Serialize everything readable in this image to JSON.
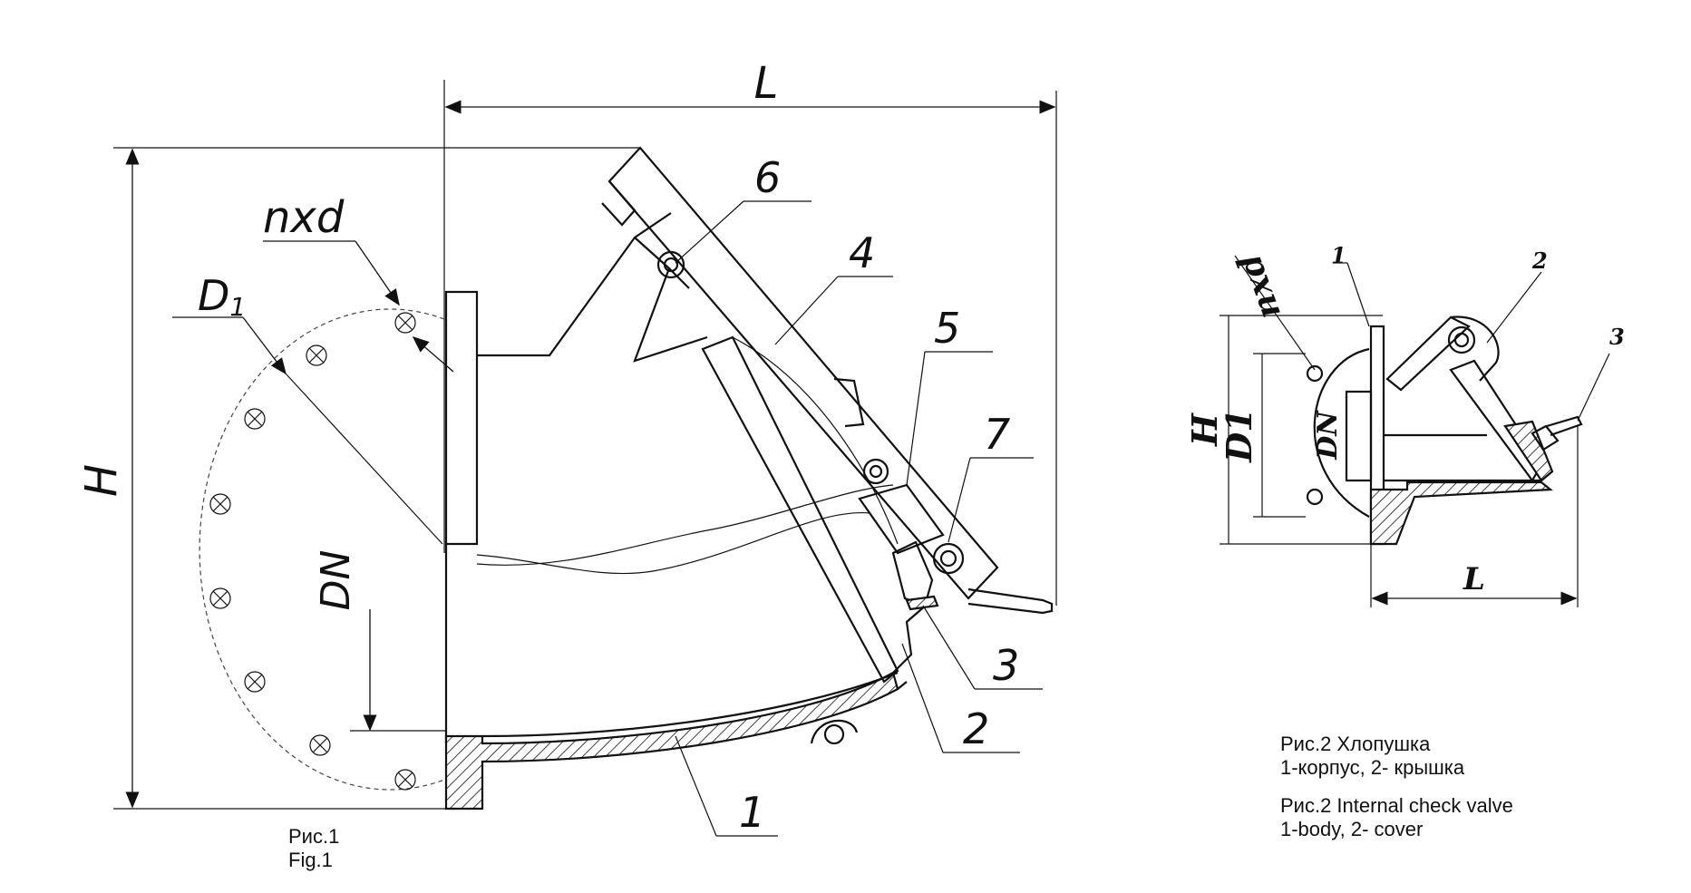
{
  "fig1": {
    "dim_L": "L",
    "dim_H": "H",
    "label_nxd": "nxd",
    "label_D1": "D",
    "label_D1_sub": "1",
    "label_DN": "DN",
    "parts": [
      "1",
      "2",
      "3",
      "4",
      "5",
      "6",
      "7"
    ],
    "caption_ru": "Рис.1",
    "caption_en": "Fig.1"
  },
  "fig2": {
    "label_nxd": "nxd",
    "label_H": "H",
    "label_D1": "D1",
    "label_DN": "DN",
    "label_L": "L",
    "parts": [
      "1",
      "2",
      "3"
    ],
    "caption_ru_title": "Рис.2 Хлопушка",
    "caption_ru_parts": "1-корпус, 2- крышка",
    "caption_en_title": "Рис.2 Internal check valve",
    "caption_en_parts": "1-body, 2- cover"
  }
}
